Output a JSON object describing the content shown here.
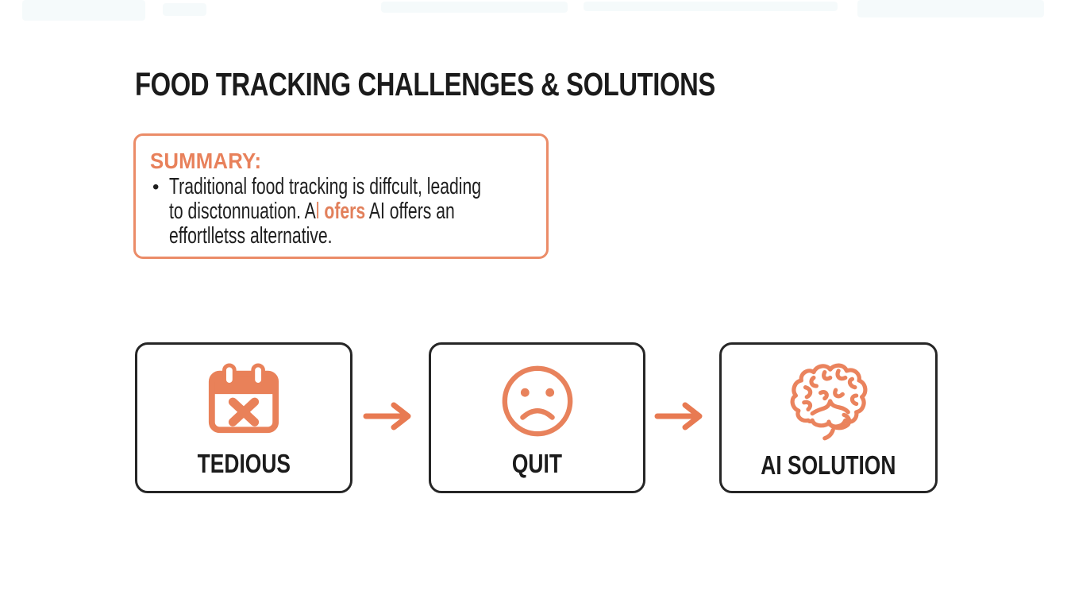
{
  "page": {
    "title": "FOOD TRACKING CHALLENGES & SOLUTIONS"
  },
  "summary": {
    "heading": "SUMMARY:",
    "bullet_char": "•",
    "line1": "Traditional food tracking is diffcult, leading",
    "line2_part1": "to disctonnuation. A",
    "line2_highlight_i": "l",
    "line2_highlight_bold": " ofers",
    "line2_part2": " AI offers an",
    "line3": "effortlletss alternative."
  },
  "flow": {
    "steps": [
      {
        "label": "TEDIOUS",
        "icon": "calendar-x-icon"
      },
      {
        "label": "QUIT",
        "icon": "sad-face-icon"
      },
      {
        "label": "AI SOLUTION",
        "icon": "brain-icon"
      }
    ],
    "arrow_icon": "right-arrow-icon"
  },
  "colors": {
    "accent_orange": "#E98159",
    "summary_border": "#EB8C68",
    "summary_heading": "#E8815B",
    "box_border": "#262626",
    "title_text": "#1b1b1b",
    "body_text": "#1e1e1e"
  }
}
